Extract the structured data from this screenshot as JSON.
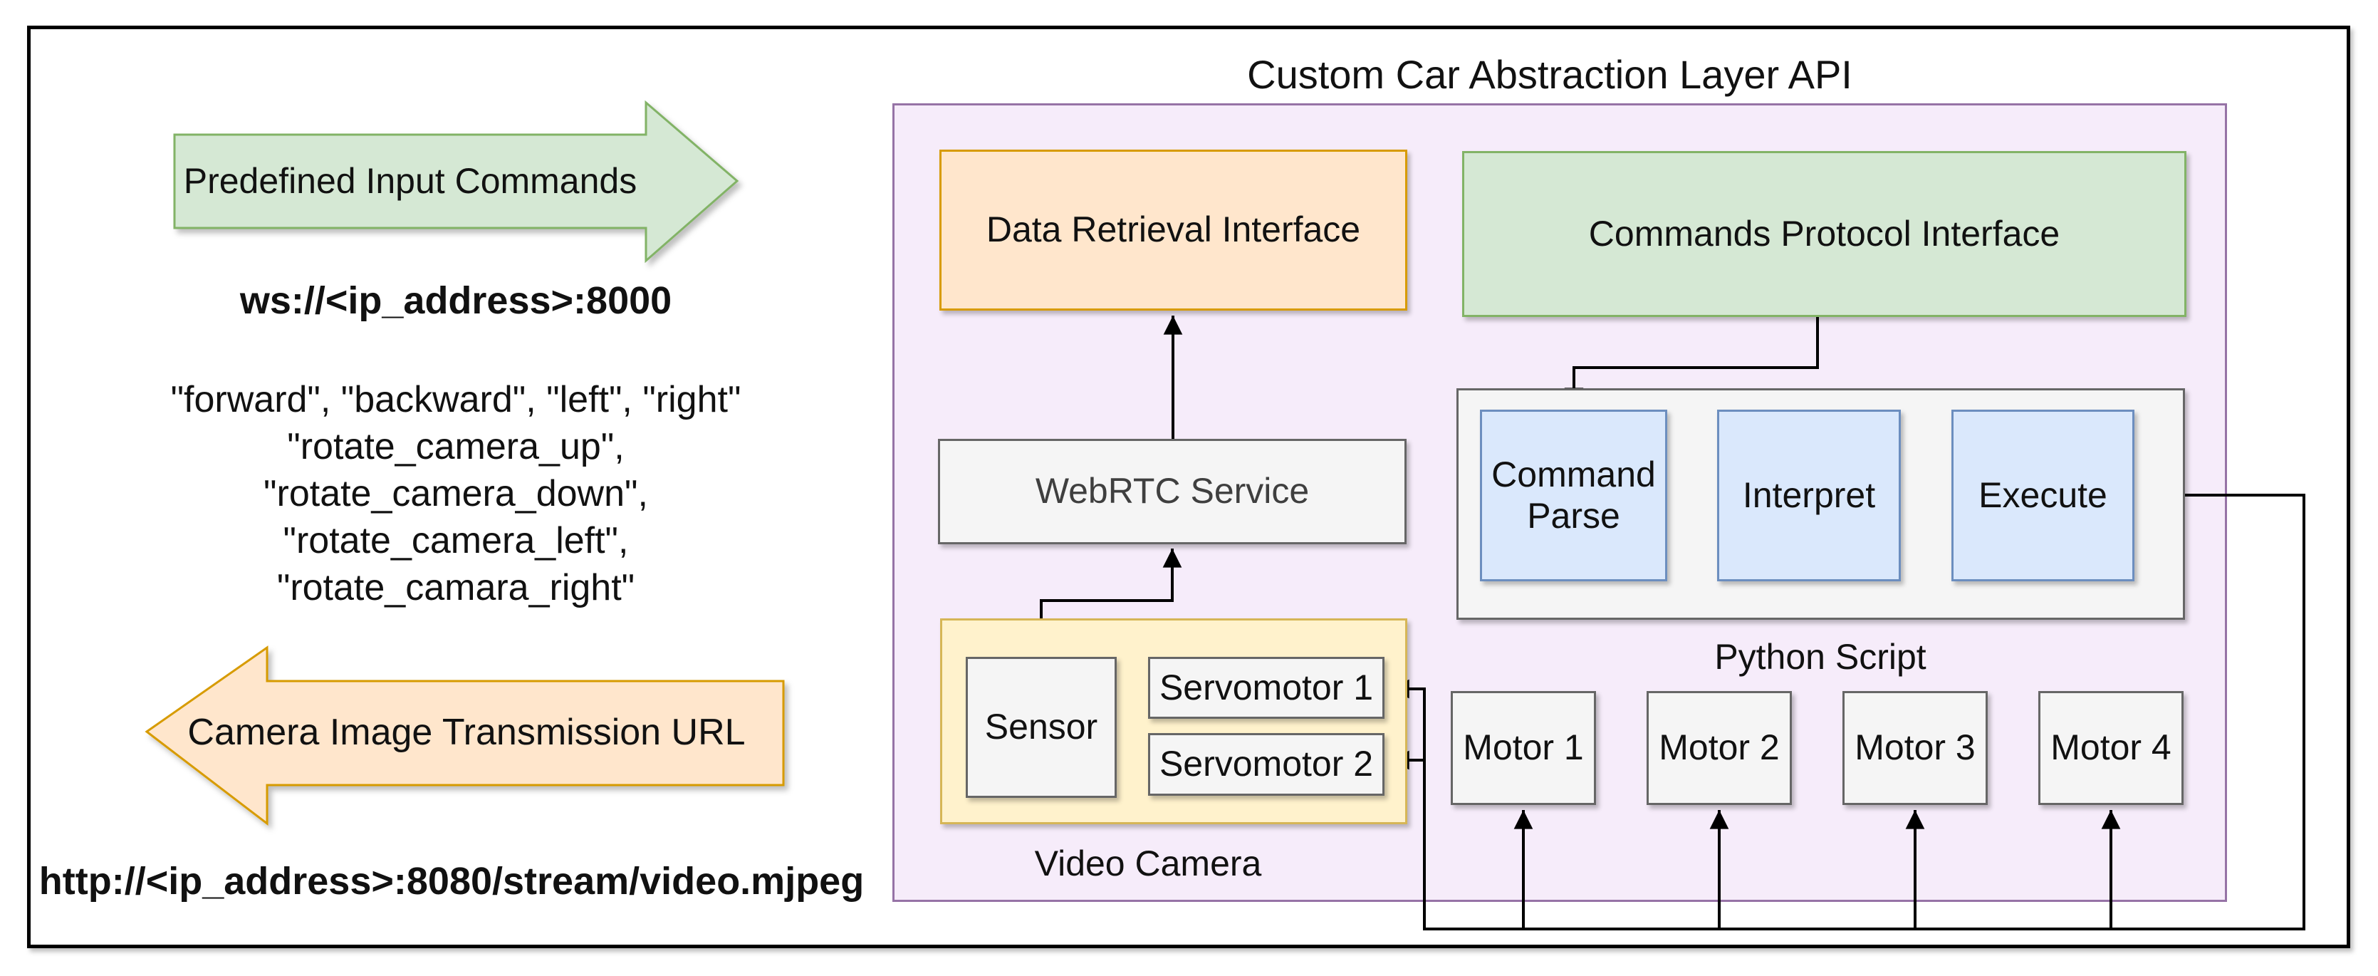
{
  "title": "Custom Car Abstraction Layer API",
  "left_panel": {
    "input_arrow_label": "Predefined Input Commands",
    "websocket_url": "ws://<ip_address>:8000",
    "command_lines": [
      "\"forward\", \"backward\", \"left\", \"right\"",
      "\"rotate_camera_up\",",
      "\"rotate_camera_down\",",
      "\"rotate_camera_left\",",
      "\"rotate_camara_right\""
    ],
    "output_arrow_label": "Camera Image Transmission URL",
    "stream_url": "http://<ip_address>:8080/stream/video.mjpeg"
  },
  "api_container": {
    "data_retrieval_label": "Data Retrieval Interface",
    "commands_protocol_label": "Commands Protocol Interface",
    "webrtc_label": "WebRTC Service",
    "pipeline": {
      "steps": [
        "Command Parse",
        "Interpret",
        "Execute"
      ],
      "container_label": "Python Script"
    },
    "video_camera": {
      "label": "Video Camera",
      "sensor_label": "Sensor",
      "servo_labels": [
        "Servomotor 1",
        "Servomotor 2"
      ]
    },
    "motor_labels": [
      "Motor 1",
      "Motor 2",
      "Motor 3",
      "Motor 4"
    ]
  },
  "colors": {
    "green_fill": "#D5E8D4",
    "green_stroke": "#82B366",
    "orange_fill": "#FFE6CC",
    "orange_stroke": "#D79B00",
    "yellow_fill": "#FFF2CC",
    "yellow_stroke": "#D6B656",
    "purple_fill": "#F6ECFA",
    "purple_stroke": "#9673A6",
    "blue_fill": "#DAE8FC",
    "blue_stroke": "#6C8EBF",
    "gray_fill": "#F5F5F5",
    "gray_stroke": "#666666",
    "wire": "#000000"
  }
}
